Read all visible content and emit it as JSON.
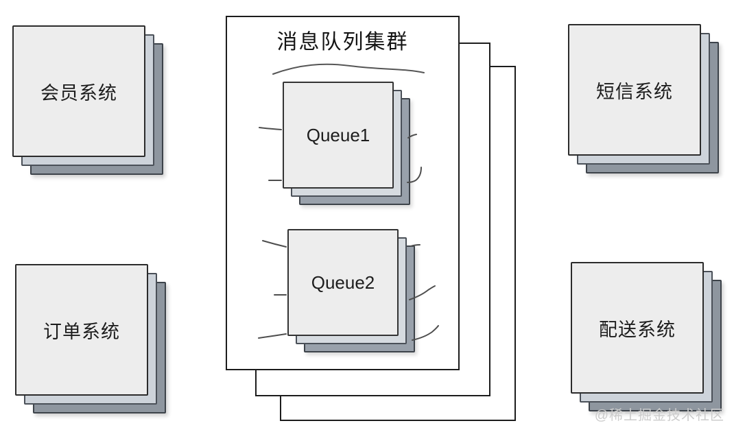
{
  "diagram": {
    "title": "消息队列集群",
    "watermark": "@稀土掘金技术社区",
    "systems": [
      {
        "id": "member",
        "label": "会员系统",
        "position": "top-left"
      },
      {
        "id": "order",
        "label": "订单系统",
        "position": "bottom-left"
      },
      {
        "id": "sms",
        "label": "短信系统",
        "position": "top-right"
      },
      {
        "id": "delivery",
        "label": "配送系统",
        "position": "bottom-right"
      }
    ],
    "queues": [
      {
        "id": "queue1",
        "label": "Queue1"
      },
      {
        "id": "queue2",
        "label": "Queue2"
      }
    ],
    "colors": {
      "card_front": "#ededed",
      "card_layer_middle": "#cdd3da",
      "card_layer_back": "#8e969f",
      "panel_fill": "#ffffff",
      "outline": "#2b2b2b",
      "stroke": "#4d4d4d",
      "watermark_text": "#cccccc"
    }
  }
}
